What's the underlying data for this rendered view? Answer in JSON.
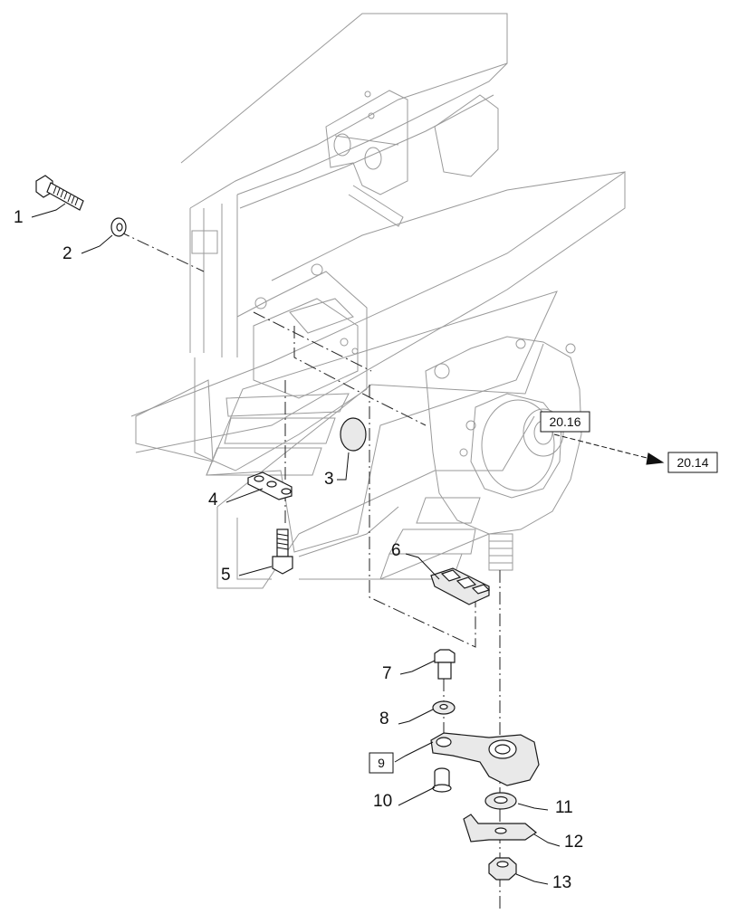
{
  "callouts": {
    "c1": "1",
    "c2": "2",
    "c3": "3",
    "c4": "4",
    "c5": "5",
    "c6": "6",
    "c7": "7",
    "c8": "8",
    "c10": "10",
    "c11": "11",
    "c12": "12",
    "c13": "13"
  },
  "boxed_callouts": {
    "c9": "9"
  },
  "references": {
    "ref_a": "20.16",
    "ref_b": "20.14"
  }
}
